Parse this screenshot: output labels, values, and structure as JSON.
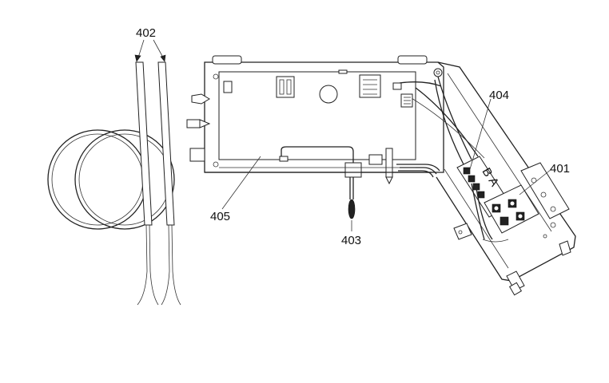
{
  "callouts": [
    {
      "id": "402",
      "text": "402"
    },
    {
      "id": "404",
      "text": "404"
    },
    {
      "id": "401",
      "text": "401"
    },
    {
      "id": "405",
      "text": "405"
    },
    {
      "id": "403",
      "text": "403"
    }
  ],
  "board_letters": {
    "b": "B",
    "a": "A"
  }
}
